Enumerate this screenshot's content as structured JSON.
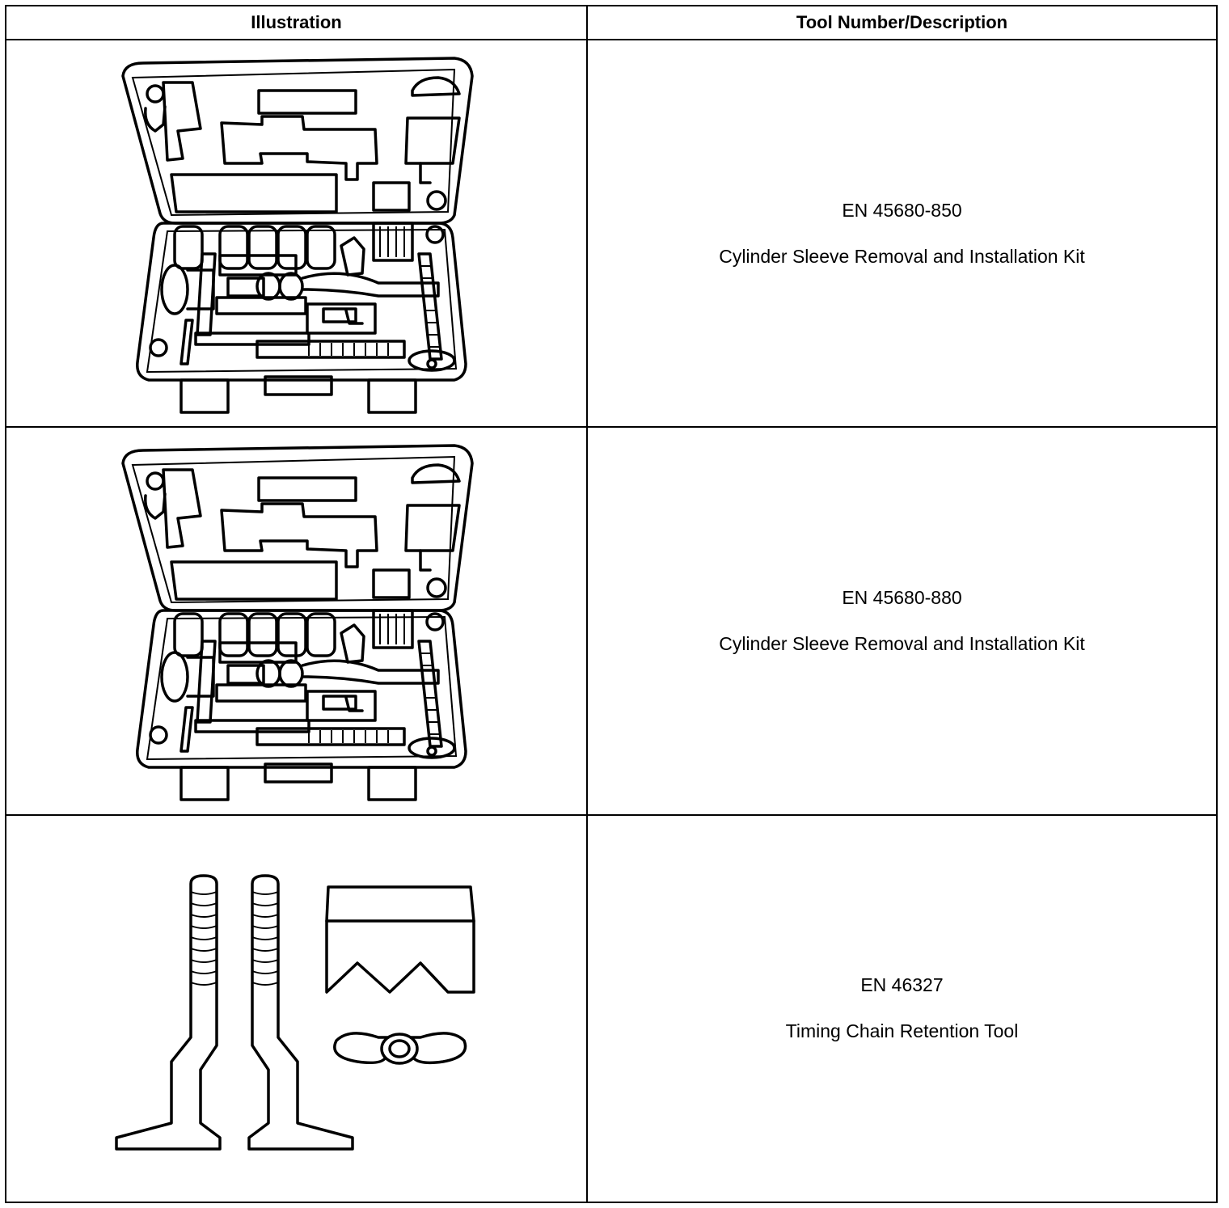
{
  "table": {
    "header": {
      "illustration": "Illustration",
      "description": "Tool Number/Description"
    },
    "rows": [
      {
        "tool_number": "EN 45680-850",
        "description": "Cylinder Sleeve Removal and Installation Kit"
      },
      {
        "tool_number": "EN 45680-880",
        "description": "Cylinder Sleeve Removal and Installation Kit"
      },
      {
        "tool_number": "EN 46327",
        "description": "Timing Chain Retention Tool"
      }
    ]
  }
}
